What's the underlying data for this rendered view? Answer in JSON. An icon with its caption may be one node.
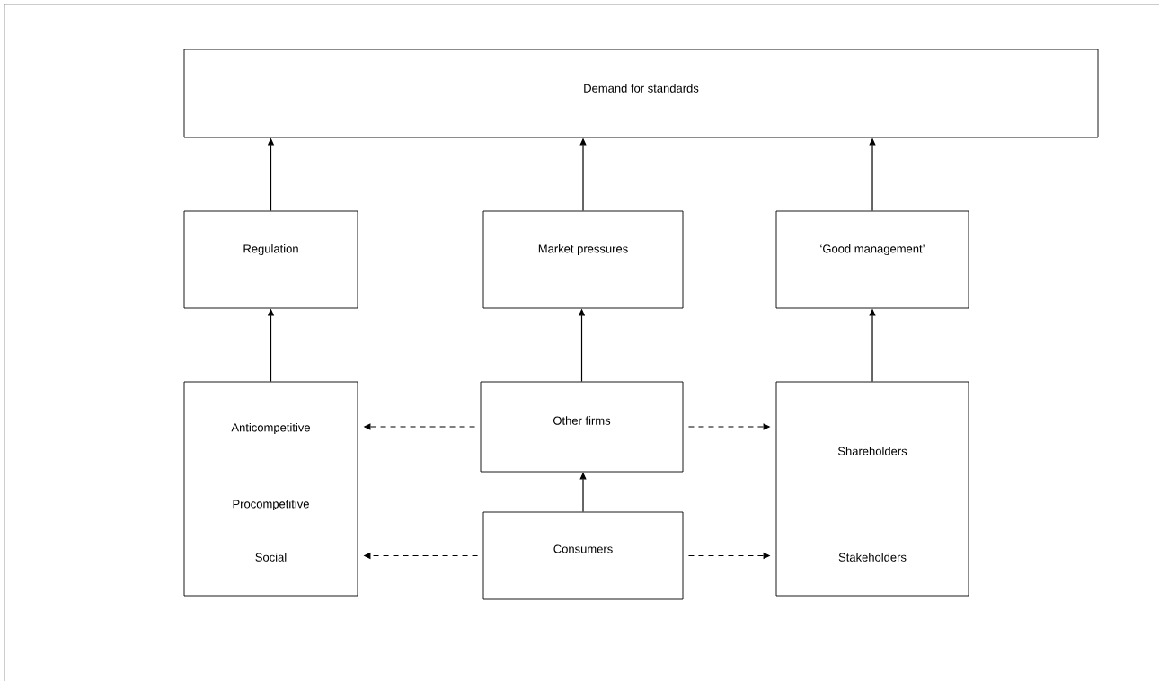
{
  "diagram": {
    "nodes": [
      {
        "text": [
          "Demand for standards"
        ]
      },
      {
        "text": [
          "Regulation"
        ]
      },
      {
        "text": [
          "Market pressures"
        ]
      },
      {
        "text": [
          "‘Good management’"
        ]
      },
      {
        "text": [
          "Anticompetitive",
          "Procompetitive",
          "Social"
        ]
      },
      {
        "text": [
          "Other firms"
        ]
      },
      {
        "text": [
          "Shareholders",
          "Stakeholders"
        ]
      },
      {
        "text": [
          "Consumers"
        ]
      }
    ],
    "edges": [
      {
        "from": 1,
        "to": 0,
        "arrow": "to"
      },
      {
        "from": 2,
        "to": 0,
        "arrow": "to"
      },
      {
        "from": 3,
        "to": 0,
        "arrow": "to"
      },
      {
        "from": 4,
        "to": 1,
        "arrow": "to"
      },
      {
        "from": 5,
        "to": 2,
        "arrow": "to"
      },
      {
        "from": 6,
        "to": 3,
        "arrow": "to"
      },
      {
        "from": 7,
        "to": 5,
        "arrow": "to"
      },
      {
        "from": 5,
        "to": 4,
        "arrow": "to",
        "style": "dashed"
      },
      {
        "from": 5,
        "to": 6,
        "arrow": "to",
        "style": "dashed"
      },
      {
        "from": 7,
        "to": 4,
        "arrow": "to",
        "style": "dashed"
      },
      {
        "from": 7,
        "to": 6,
        "arrow": "to",
        "style": "dashed"
      }
    ]
  }
}
